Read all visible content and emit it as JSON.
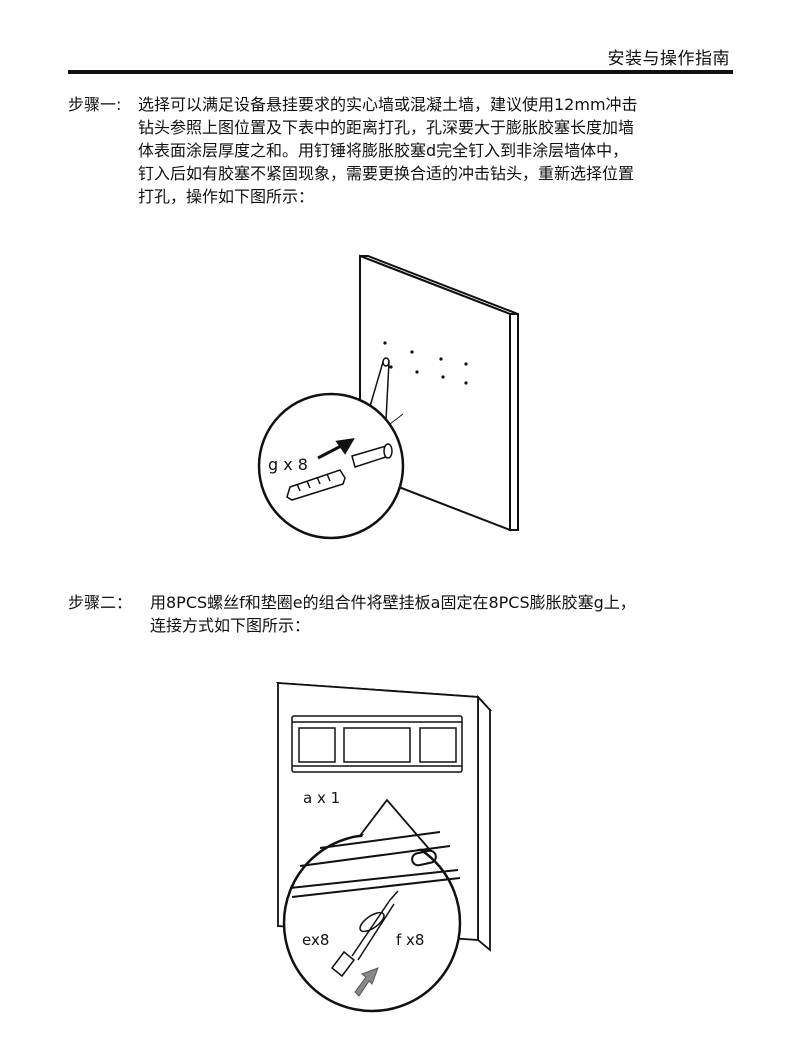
{
  "header": {
    "title": "安装与操作指南"
  },
  "steps": [
    {
      "label": "步骤一:",
      "text": "选择可以满足设备悬挂要求的实心墙或混凝土墙，建议使用12mm冲击\n钻头参照上图位置及下表中的距离打孔，孔深要大于膨胀胶塞长度加墙\n体表面涂层厚度之和。用钉锤将膨胀胶塞d完全钉入到非涂层墙体中，\n钉入后如有胶塞不紧固现象，需要更换合适的冲击钻头，重新选择位置\n打孔，操作如下图所示："
    },
    {
      "label": "步骤二：",
      "text": "用8PCS螺丝f和垫圈e的组合件将壁挂板a固定在8PCS膨胀胶塞g上，\n连接方式如下图所示："
    }
  ],
  "figure1": {
    "anchor_label": "g x 8"
  },
  "figure2": {
    "plate_label": "a x 1",
    "washer_label": "ex8",
    "screw_label": "f x8"
  }
}
